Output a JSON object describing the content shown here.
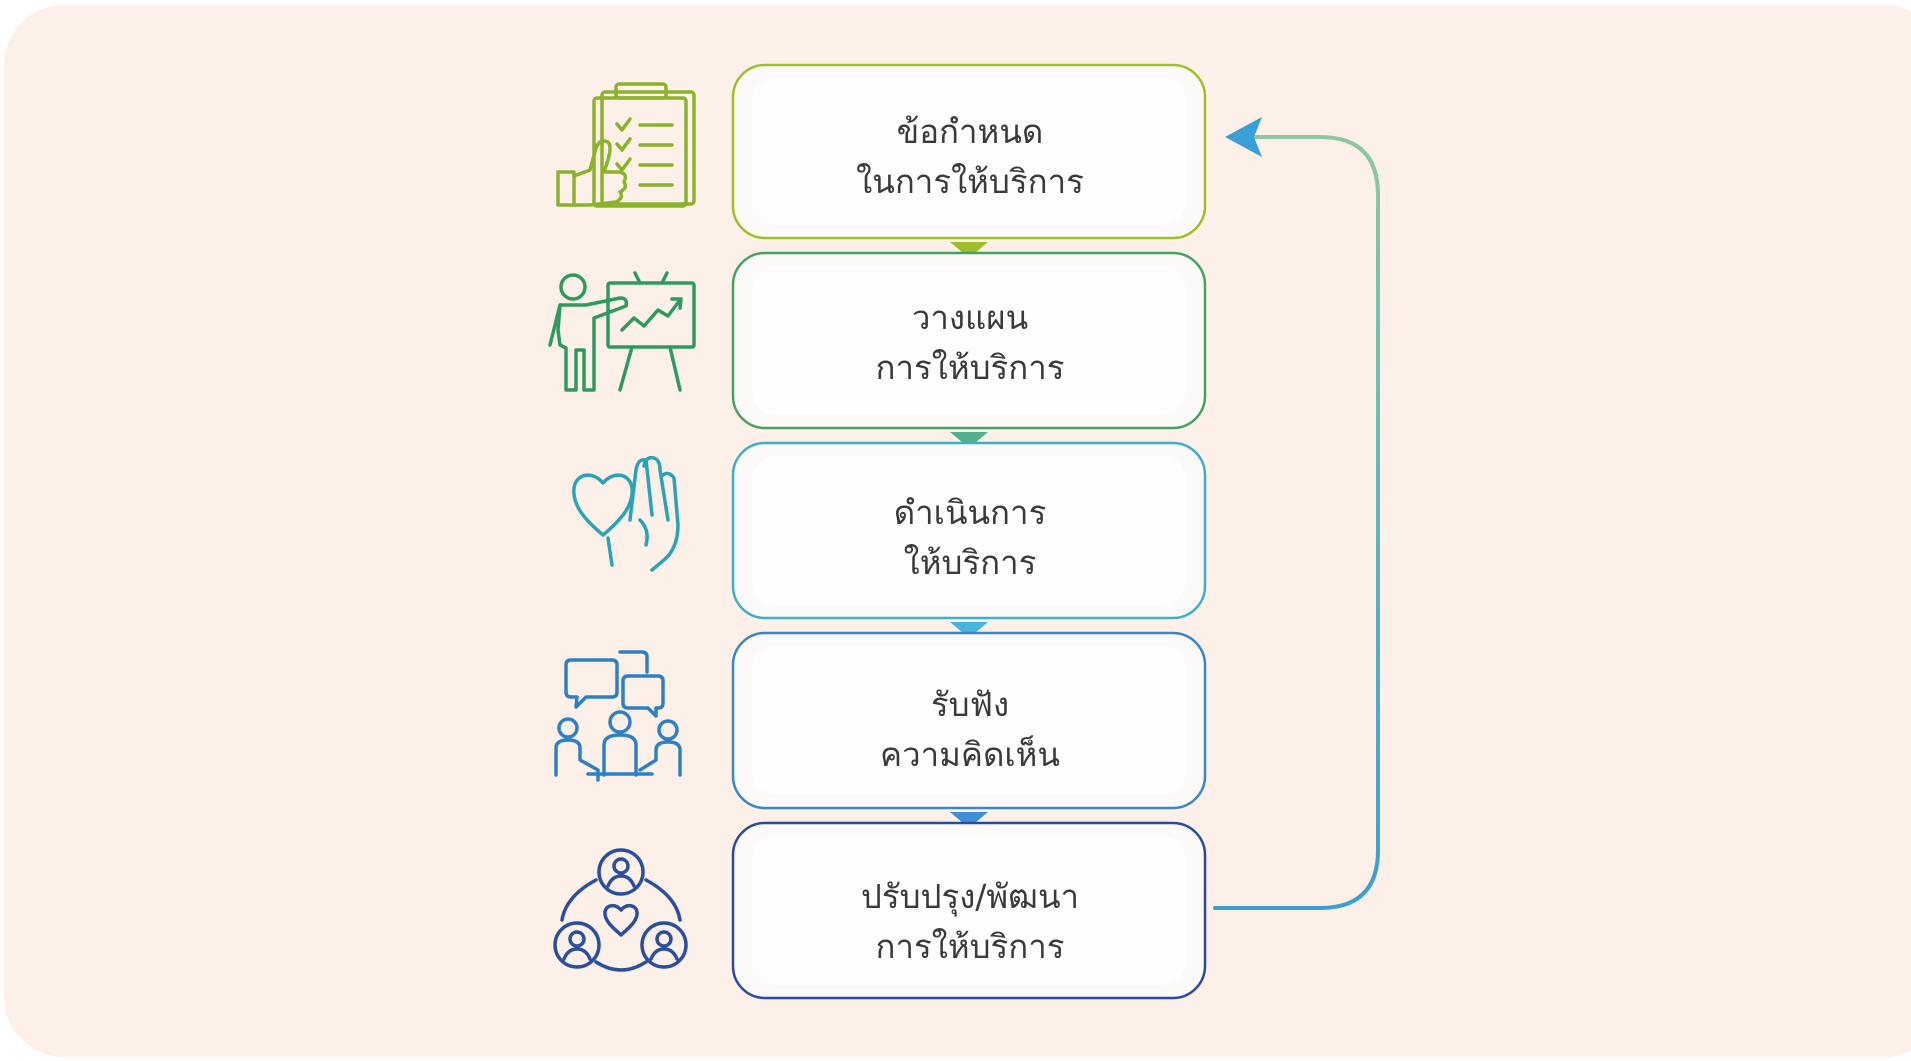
{
  "steps": [
    {
      "line1": "ข้อกำหนด",
      "line2": "ในการให้บริการ",
      "icon": "checklist-thumbs-up-icon",
      "color": "#8ab32a"
    },
    {
      "line1": "วางแผน",
      "line2": "การให้บริการ",
      "icon": "presentation-chart-icon",
      "color": "#2e9a5e"
    },
    {
      "line1": "ดำเนินการ",
      "line2": "ให้บริการ",
      "icon": "heart-hand-icon",
      "color": "#2aa3b8"
    },
    {
      "line1": "รับฟัง",
      "line2": "ความคิดเห็น",
      "icon": "meeting-discussion-icon",
      "color": "#2f7fc4"
    },
    {
      "line1": "ปรับปรุง/พัฒนา",
      "line2": "การให้บริการ",
      "icon": "community-cycle-icon",
      "color": "#2a4fa0"
    }
  ],
  "colors": {
    "background": "#fcf0e8",
    "box_fill": "#fbfaf9",
    "text": "#3a3a3a",
    "loop_arrow_start": "#3a9fd8",
    "loop_arrow_end": "#8cc9a0"
  }
}
